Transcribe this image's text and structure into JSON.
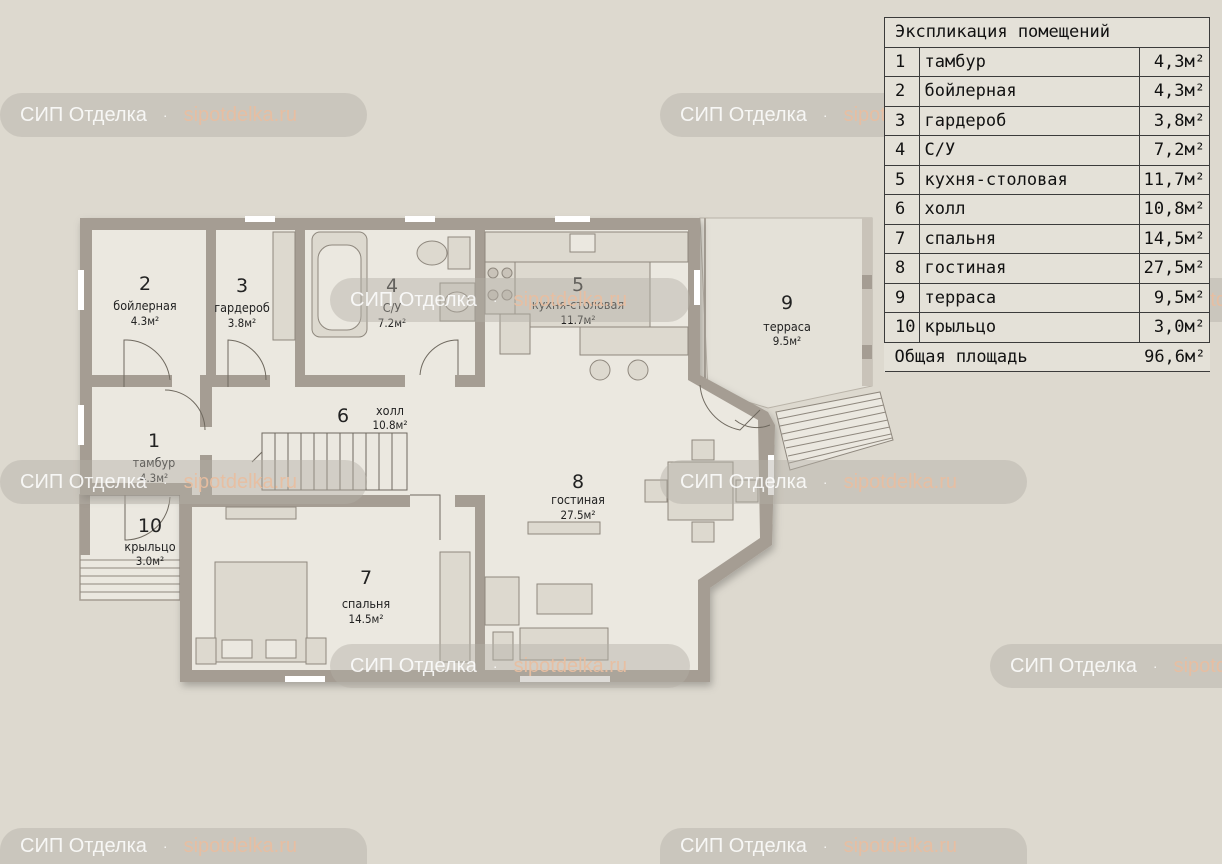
{
  "rooms": [
    {
      "num": "1",
      "name": "тамбур",
      "area": "4.3м²"
    },
    {
      "num": "2",
      "name": "бойлерная",
      "area": "4.3м²"
    },
    {
      "num": "3",
      "name": "гардероб",
      "area": "3.8м²"
    },
    {
      "num": "4",
      "name": "С/У",
      "area": "7.2м²"
    },
    {
      "num": "5",
      "name": "кухня-столовая",
      "area": "11.7м²"
    },
    {
      "num": "6",
      "name": "холл",
      "area": "10.8м²"
    },
    {
      "num": "7",
      "name": "спальня",
      "area": "14.5м²"
    },
    {
      "num": "8",
      "name": "гостиная",
      "area": "27.5м²"
    },
    {
      "num": "9",
      "name": "терраса",
      "area": "9.5м²"
    },
    {
      "num": "10",
      "name": "крыльцо",
      "area": "3.0м²"
    }
  ],
  "explication": {
    "title": "Экспликация помещений",
    "rows": [
      {
        "num": "1",
        "name": "тамбур",
        "area": "4,3м²"
      },
      {
        "num": "2",
        "name": "бойлерная",
        "area": "4,3м²"
      },
      {
        "num": "3",
        "name": "гардероб",
        "area": "3,8м²"
      },
      {
        "num": "4",
        "name": "С/У",
        "area": "7,2м²"
      },
      {
        "num": "5",
        "name": "кухня-столовая",
        "area": "11,7м²"
      },
      {
        "num": "6",
        "name": "холл",
        "area": "10,8м²"
      },
      {
        "num": "7",
        "name": "спальня",
        "area": "14,5м²"
      },
      {
        "num": "8",
        "name": "гостиная",
        "area": "27,5м²"
      },
      {
        "num": "9",
        "name": "терраса",
        "area": "9,5м²"
      },
      {
        "num": "10",
        "name": "крыльцо",
        "area": "3,0м²"
      }
    ],
    "total_label": "Общая площадь",
    "total_area": "96,6м²"
  },
  "watermark": {
    "brand": "СИП Отделка",
    "separator": "·",
    "url": "sipotdelka.ru"
  },
  "colors": {
    "background": "#ddd9cf",
    "wall": "#a59d93",
    "floor": "#ebe8e0",
    "terrace": "#e4e1d8"
  }
}
